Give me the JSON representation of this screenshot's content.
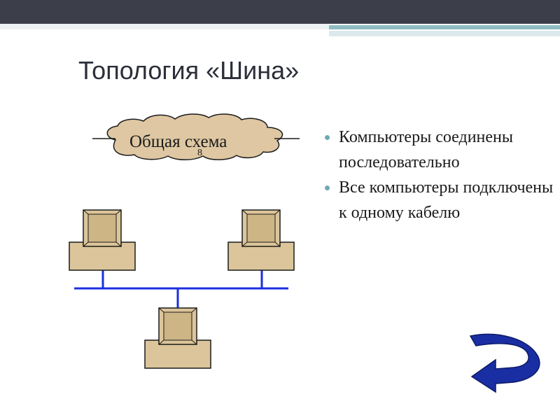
{
  "slide": {
    "title": "Топология «Шина»",
    "cloud_label": "Общая схема",
    "cloud_mark": "8",
    "bullets": [
      "Компьютеры соединены последовательно",
      "Все компьютеры подключены  к одному кабелю"
    ]
  },
  "colors": {
    "header_bar": "#3c3f4a",
    "accent": "#8fbcc3",
    "bus_line": "#1c2fe0",
    "computer_fill": "#dcc59a",
    "computer_screen": "#cdb585",
    "cloud_fill": "#dec7a2",
    "return_arrow": "#1a2ea3"
  },
  "icons": {
    "return_arrow": "curved-return-arrow-icon"
  }
}
